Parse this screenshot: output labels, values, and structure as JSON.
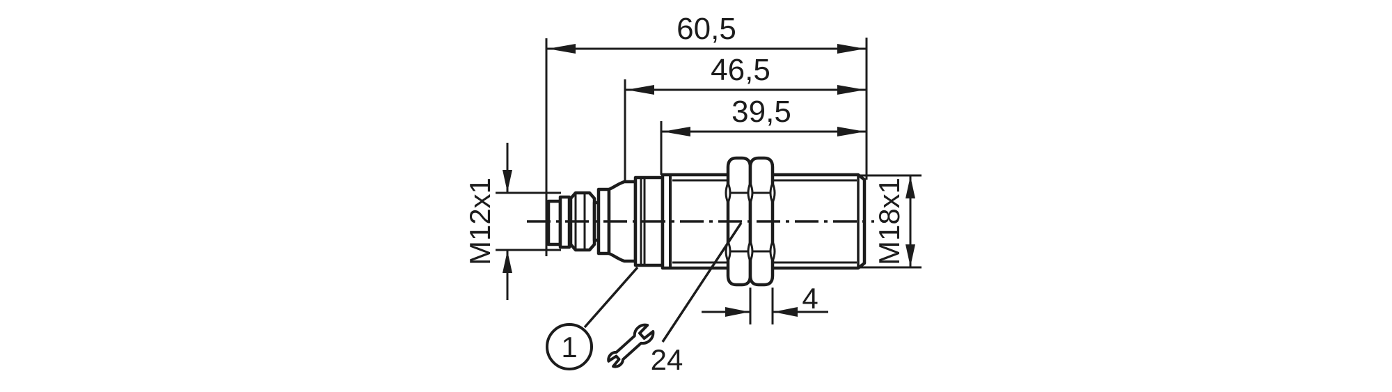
{
  "drawing": {
    "background": "#ffffff",
    "line_color": "#1c1c1c",
    "dimensions": {
      "overall_length": "60,5",
      "housing_length": "46,5",
      "thread_length": "39,5",
      "nut_width": "4",
      "connector_thread": "M12x1",
      "body_thread": "M18x1",
      "wrench_size": "24"
    },
    "callouts": {
      "item_1": "1"
    }
  }
}
